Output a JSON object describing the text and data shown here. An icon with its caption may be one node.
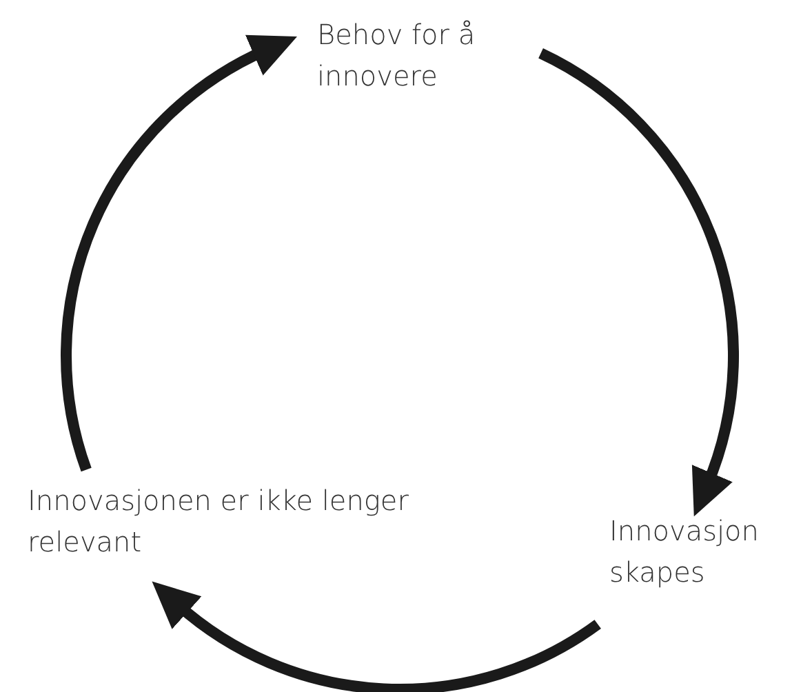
{
  "diagram": {
    "nodes": [
      {
        "text": [
          "Behov for å innovere"
        ]
      },
      {
        "text": [
          "Innovasjon skapes"
        ]
      },
      {
        "text": [
          "Innovasjonen er ikke lenger relevant"
        ]
      }
    ],
    "edges": [
      {
        "from": 0,
        "to": 1,
        "arrow": "to"
      },
      {
        "from": 1,
        "to": 2,
        "arrow": "to"
      },
      {
        "from": 2,
        "to": 0,
        "arrow": "to"
      }
    ]
  }
}
